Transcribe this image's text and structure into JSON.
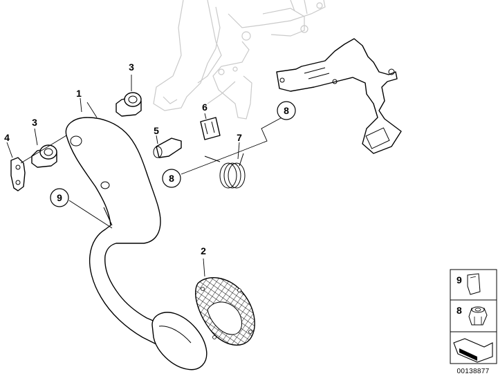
{
  "callouts": {
    "c1": "1",
    "c2": "2",
    "c3a": "3",
    "c3b": "3",
    "c4": "4",
    "c5": "5",
    "c6": "6",
    "c7": "7",
    "c8a": "8",
    "c8b": "8",
    "c9": "9"
  },
  "legend": {
    "row9_label": "9",
    "row8_label": "8"
  },
  "document_number": "00138877",
  "colors": {
    "line": "#000000",
    "ghost": "#c9c9c9",
    "background": "#ffffff"
  }
}
